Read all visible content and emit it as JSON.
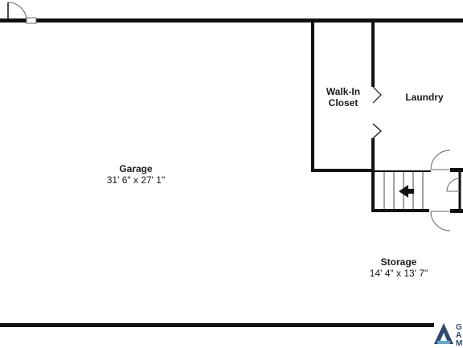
{
  "rooms": {
    "garage": {
      "name": "Garage",
      "dims": "31' 6\" x 27' 1\""
    },
    "closet": {
      "name_line1": "Walk-In",
      "name_line2": "Closet"
    },
    "laundry": {
      "name": "Laundry"
    },
    "storage": {
      "name": "Storage",
      "dims": "14' 4\" x 13' 7\""
    }
  },
  "logo": {
    "line1": "G",
    "line2": "A",
    "line3": "M"
  },
  "colors": {
    "wall": "#111111",
    "text": "#1a1a1a",
    "logo": "#2e4a6e"
  },
  "icons": [
    "stair-arrow-icon",
    "door-swing-icon",
    "logo-house-icon"
  ]
}
